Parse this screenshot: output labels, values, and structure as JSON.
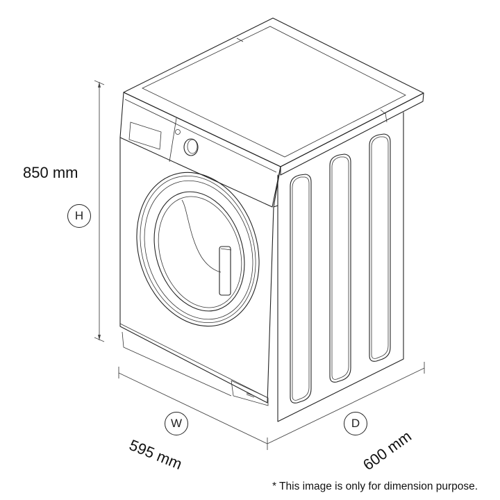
{
  "diagram": {
    "subject": "Front-loading washing machine, isometric line drawing",
    "dimensions": {
      "height": {
        "symbol": "H",
        "value": "850 mm"
      },
      "width": {
        "symbol": "W",
        "value": "595 mm"
      },
      "depth": {
        "symbol": "D",
        "value": "600 mm"
      }
    },
    "footnote": "* This image is only for dimension purpose.",
    "colors": {
      "line": "#222222",
      "background": "#ffffff"
    }
  }
}
